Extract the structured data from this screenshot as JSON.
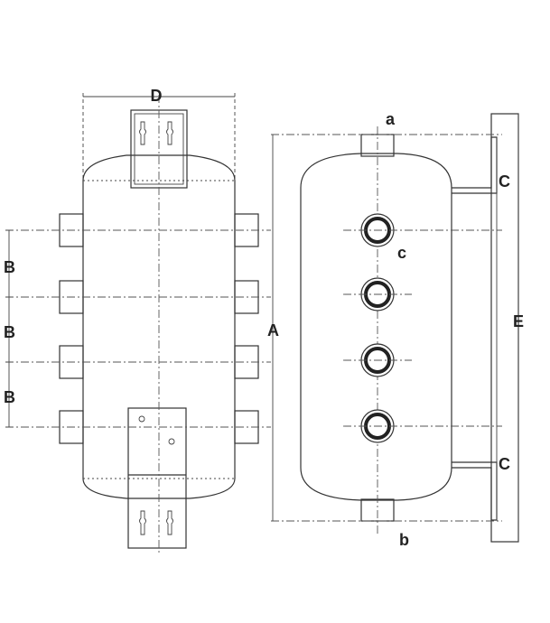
{
  "labels": {
    "D": "D",
    "B1": "B",
    "B2": "B",
    "B3": "B",
    "A": "A",
    "a": "a",
    "b": "b",
    "c": "c",
    "C_top": "C",
    "C_bottom": "C",
    "E": "E"
  },
  "colors": {
    "line": "#333333",
    "background": "#ffffff"
  }
}
